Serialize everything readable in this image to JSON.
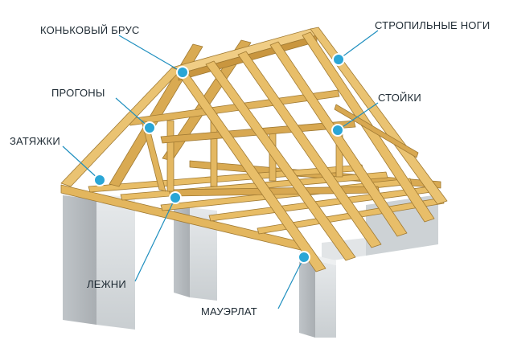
{
  "labels": {
    "ridge_beam": "КОНЬКОВЫЙ БРУС",
    "rafters": "СТРОПИЛЬНЫЕ НОГИ",
    "purlins": "ПРОГОНЫ",
    "posts": "СТОЙКИ",
    "ties": "ЗАТЯЖКИ",
    "sleepers": "ЛЕЖНИ",
    "wall_plate": "МАУЭРЛАТ"
  },
  "colors": {
    "marker": "#2aa6d6",
    "leader": "#1f8fbf",
    "wood": "#e3b65e",
    "wood_light": "#f1d28c",
    "wood_dark": "#b3873a",
    "wall": "#d9dde0",
    "wall_side": "#b9bec2"
  },
  "icons": {
    "marker": "callout-dot-icon"
  }
}
